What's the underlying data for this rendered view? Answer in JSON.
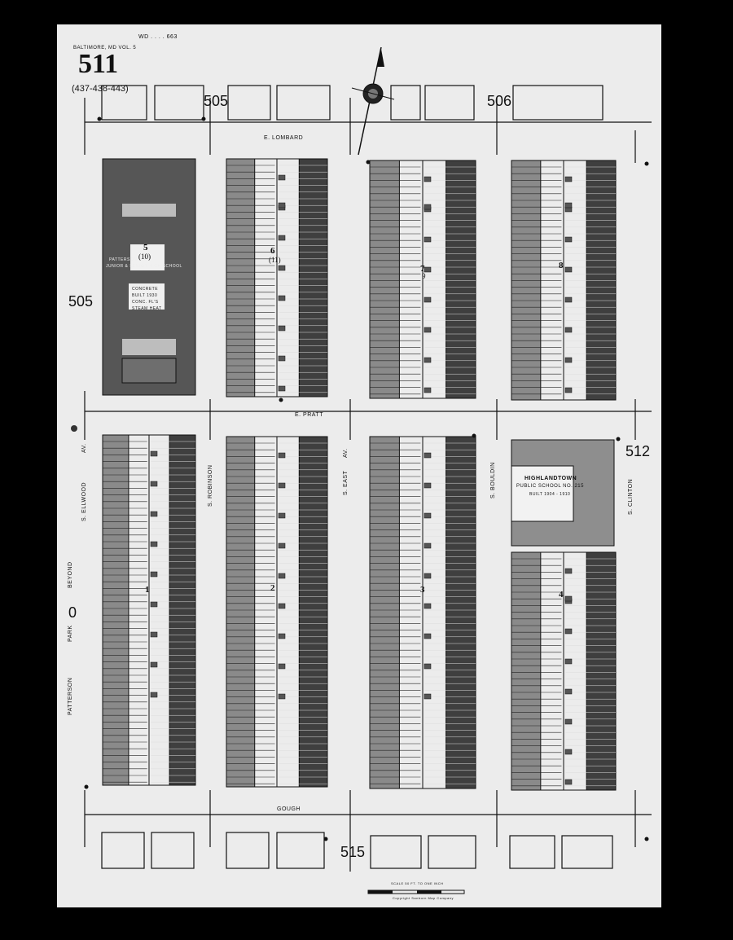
{
  "header": {
    "ward": "WD . . . . 663",
    "volume": "BALTIMORE, MD VOL. 5",
    "sheet_number": "511",
    "adjoining": "(437-438-443)"
  },
  "adjacent_sheets": {
    "north_left": "505",
    "north_right": "506",
    "west": "505",
    "east": "512",
    "south": "515",
    "southwest": "0"
  },
  "streets": {
    "lombard": "E. LOMBARD",
    "pratt": "E. PRATT",
    "gough": "GOUGH",
    "ellwood": "S. ELLWOOD",
    "ellwood_av": "AV.",
    "robinson": "S. ROBINSON",
    "east": "S. EAST",
    "east_av": "AV.",
    "bouldin": "S. BOULDIN",
    "clinton": "S. CLINTON",
    "patterson": "PATTERSON",
    "park": "PARK",
    "beyond": "BEYOND"
  },
  "blocks": [
    {
      "id": "b5",
      "label": "5",
      "sub": "(10)"
    },
    {
      "id": "b6",
      "label": "6",
      "sub": "(11)"
    },
    {
      "id": "b7",
      "label": "7",
      "sub": "9"
    },
    {
      "id": "b8",
      "label": "8",
      "sub": ""
    },
    {
      "id": "b1",
      "label": "1",
      "sub": ""
    },
    {
      "id": "b2",
      "label": "2",
      "sub": ""
    },
    {
      "id": "b3",
      "label": "3",
      "sub": ""
    },
    {
      "id": "b4",
      "label": "4",
      "sub": ""
    }
  ],
  "buildings": {
    "school_north_1": "PATTERSON",
    "school_north_2": "JUNIOR & SENIOR HIGH SCHOOL",
    "school_north_3": "CONCRETE",
    "school_north_4": "BUILT 1930",
    "school_north_5": "CONC. FL'S",
    "school_north_6": "STEAM HEAT",
    "school_south_1": "HIGHLANDTOWN",
    "school_south_2": "PUBLIC SCHOOL NO. 215",
    "school_south_3": "BUILT 1904 - 1910"
  },
  "footer": {
    "scale": "SCALE 50 FT. TO ONE INCH",
    "copyright": "Copyright Sanborn Map Company"
  },
  "colors": {
    "paper": "#ececec",
    "shade": "#8a8a8a",
    "dark": "#3f3f3f",
    "ink": "#111111",
    "border": "#000000"
  }
}
